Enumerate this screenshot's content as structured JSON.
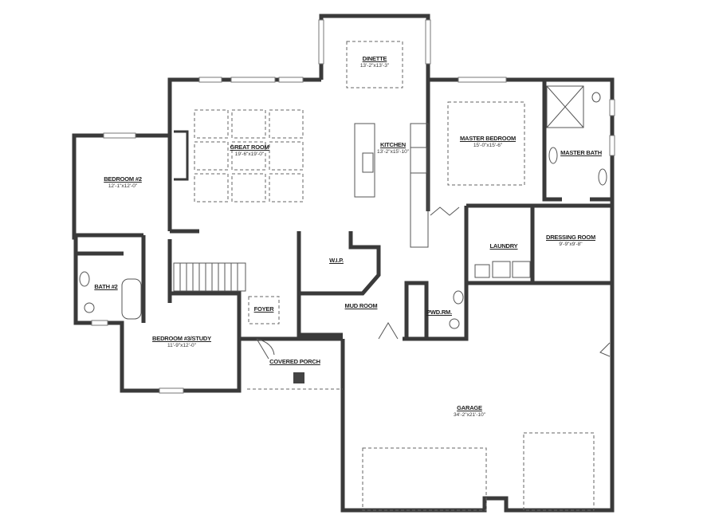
{
  "rooms": {
    "dinette": {
      "name": "DINETTE",
      "size": "13'-2\"x13'-3\""
    },
    "great_room": {
      "name": "GREAT ROOM",
      "size": "19'-6\"x19'-0\""
    },
    "kitchen": {
      "name": "KITCHEN",
      "size": "13'-2\"x15'-10\""
    },
    "master_bedroom": {
      "name": "MASTER BEDROOM",
      "size": "15'-0\"x15'-6\""
    },
    "master_bath": {
      "name": "MASTER BATH"
    },
    "bedroom_2": {
      "name": "BEDROOM #2",
      "size": "12'-1\"x12'-0\""
    },
    "bath_2": {
      "name": "BATH #2"
    },
    "wip": {
      "name": "W.I.P."
    },
    "laundry": {
      "name": "LAUNDRY"
    },
    "dressing_room": {
      "name": "DRESSING ROOM",
      "size": "9'-9\"x9'-8\""
    },
    "foyer": {
      "name": "FOYER"
    },
    "mud_room": {
      "name": "MUD ROOM"
    },
    "pwd_rm": {
      "name": "PWD.RM."
    },
    "bedroom_3": {
      "name": "BEDROOM #3/STUDY",
      "size": "11'-9\"x12'-0\""
    },
    "covered_porch": {
      "name": "COVERED PORCH"
    },
    "garage": {
      "name": "GARAGE",
      "size": "34'-2\"x21'-10\""
    }
  },
  "colors": {
    "wall": "#3a3a3a",
    "background": "#ffffff"
  }
}
